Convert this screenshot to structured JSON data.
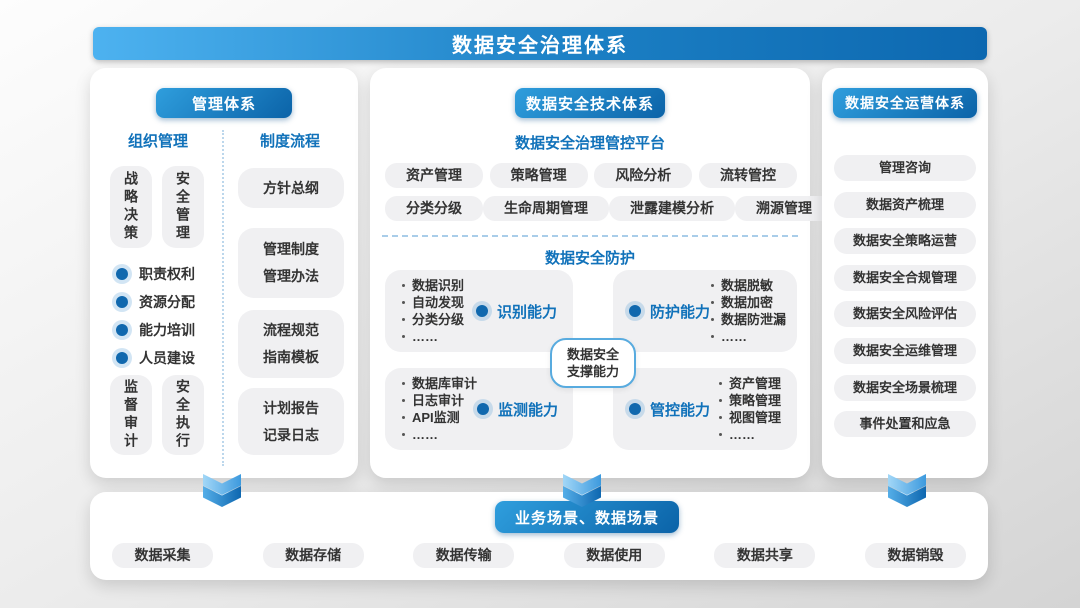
{
  "title": "数据安全治理体系",
  "colors": {
    "accent_blue": "#1172ba",
    "banner_start": "#4db2f0",
    "banner_end": "#0d68b0",
    "pill_bg": "#f0f0f2"
  },
  "management": {
    "header": "管理体系",
    "org": {
      "heading": "组织管理",
      "top_boxes": [
        "战略决策",
        "安全管理"
      ],
      "bullets": [
        "职责权利",
        "资源分配",
        "能力培训",
        "人员建设"
      ],
      "bottom_boxes": [
        "监督审计",
        "安全执行"
      ]
    },
    "process": {
      "heading": "制度流程",
      "items": [
        {
          "lines": [
            "方针总纲",
            ""
          ]
        },
        {
          "lines": [
            "管理制度",
            "管理办法"
          ]
        },
        {
          "lines": [
            "流程规范",
            "指南模板"
          ]
        },
        {
          "lines": [
            "计划报告",
            "记录日志"
          ]
        }
      ]
    }
  },
  "technology": {
    "header": "数据安全技术体系",
    "platform": {
      "heading": "数据安全治理管控平台",
      "pills": [
        "资产管理",
        "策略管理",
        "风险分析",
        "流转管控",
        "分类分级",
        "生命周期管理",
        "泄露建模分析",
        "溯源管理"
      ]
    },
    "protection": {
      "heading": "数据安全防护",
      "quadrants": [
        {
          "label": "识别能力",
          "items": [
            "数据识别",
            "自动发现",
            "分类分级",
            "……"
          ]
        },
        {
          "label": "防护能力",
          "items": [
            "数据脱敏",
            "数据加密",
            "数据防泄漏",
            "……"
          ]
        },
        {
          "label": "监测能力",
          "items": [
            "数据库审计",
            "日志审计",
            "API监测",
            "……"
          ]
        },
        {
          "label": "管控能力",
          "items": [
            "资产管理",
            "策略管理",
            "视图管理",
            "……"
          ]
        }
      ],
      "center": {
        "line1": "数据安全",
        "line2": "支撑能力"
      }
    }
  },
  "operations": {
    "header": "数据安全运营体系",
    "items": [
      "管理咨询",
      "数据资产梳理",
      "数据安全策略运营",
      "数据安全合规管理",
      "数据安全风险评估",
      "数据安全运维管理",
      "数据安全场景梳理",
      "事件处置和应急"
    ]
  },
  "scenarios": {
    "header": "业务场景、数据场景",
    "items": [
      "数据采集",
      "数据存储",
      "数据传输",
      "数据使用",
      "数据共享",
      "数据销毁"
    ]
  }
}
